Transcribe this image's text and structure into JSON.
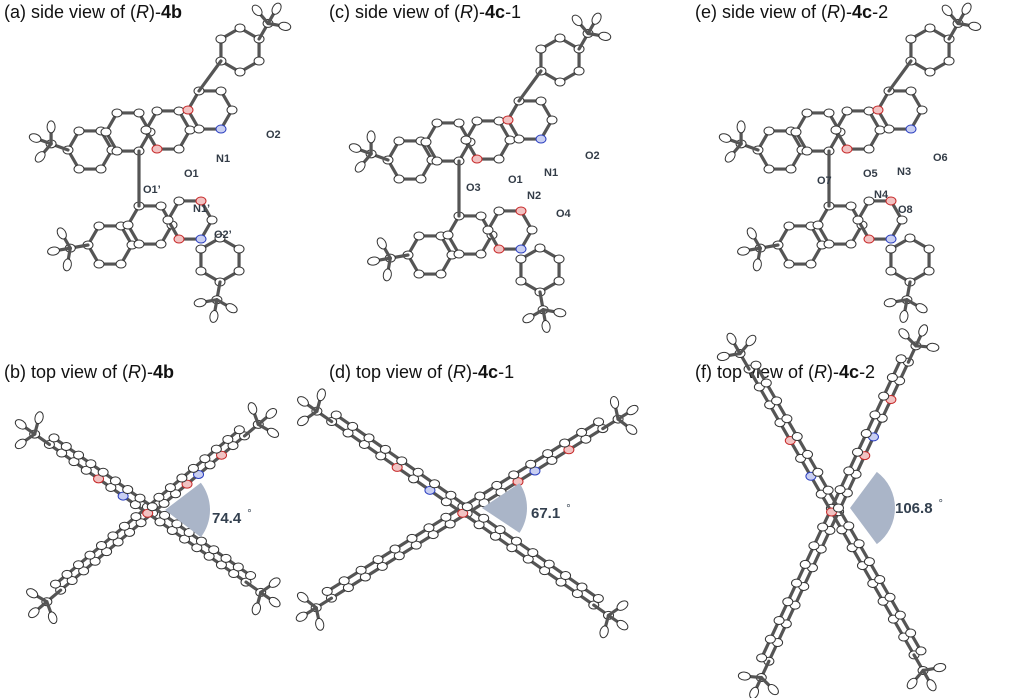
{
  "colors": {
    "bond": "#555555",
    "carbon": "#ffffff",
    "oxygen_fill": "#f2c3c3",
    "oxygen_edge": "#c62828",
    "nitrogen_fill": "#c9cff2",
    "nitrogen_edge": "#2b3fbf",
    "angle_wedge": "#aab5c8",
    "label": "#333c47"
  },
  "panels": {
    "a": {
      "caption": {
        "pre": "(a) side view of (",
        "italic": "R",
        "mid": ")-",
        "bold": "4b",
        "post": ""
      },
      "atoms": {
        "o2": "O2",
        "n1": "N1",
        "o1": "O1",
        "o1p": "O1’",
        "n1p": "N1’",
        "o2p": "O2’"
      }
    },
    "b": {
      "caption": {
        "pre": "(b) top view of (",
        "italic": "R",
        "mid": ")-",
        "bold": "4b",
        "post": ""
      },
      "angle": "74.4",
      "angle_deg": 74.4,
      "degree": "°"
    },
    "c": {
      "caption": {
        "pre": "(c) side view of (",
        "italic": "R",
        "mid": ")-",
        "bold": "4c",
        "post": "-1"
      },
      "atoms": {
        "o2": "O2",
        "n1": "N1",
        "o1": "O1",
        "o3": "O3",
        "n2": "N2",
        "o4": "O4"
      }
    },
    "d": {
      "caption": {
        "pre": "(d) top view of (",
        "italic": "R",
        "mid": ")-",
        "bold": "4c",
        "post": "-1"
      },
      "angle": "67.1",
      "angle_deg": 67.1,
      "degree": "°"
    },
    "e": {
      "caption": {
        "pre": "(e) side view of (",
        "italic": "R",
        "mid": ")-",
        "bold": "4c",
        "post": "-2"
      },
      "atoms": {
        "o6": "O6",
        "n3": "N3",
        "o5": "O5",
        "o7": "O7",
        "n4": "N4",
        "o8": "O8"
      }
    },
    "f": {
      "caption": {
        "pre": "(f) top view of (",
        "italic": "R",
        "mid": ")-",
        "bold": "4c",
        "post": "-2"
      },
      "angle": "106.8",
      "angle_deg": 106.8,
      "degree": "°"
    }
  }
}
